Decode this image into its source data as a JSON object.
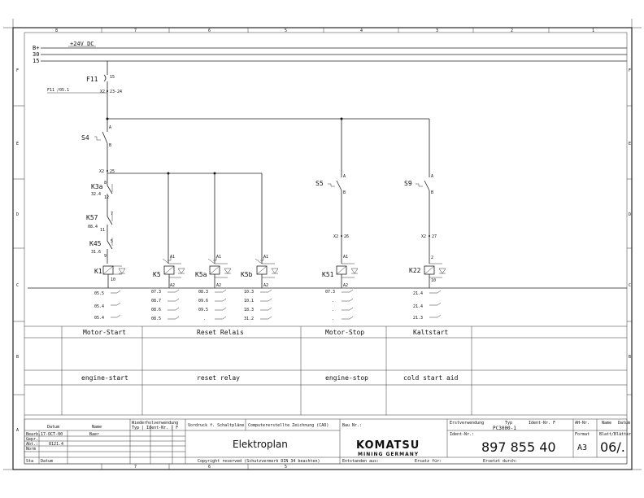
{
  "frame": {
    "columns_top": [
      "8",
      "7",
      "6",
      "5",
      "4",
      "3",
      "2",
      "1"
    ],
    "columns_bottom": [
      "7",
      "6",
      "5"
    ],
    "rows": [
      "F",
      "E",
      "D",
      "C",
      "B",
      "A"
    ]
  },
  "rails": {
    "b_plus": "B+",
    "r30": "30",
    "r15": "15",
    "supply": "+24V DC"
  },
  "crossref": {
    "f11": "F11 /05.1"
  },
  "components": {
    "f11": "F11",
    "f11_pin": "15",
    "f11_x2": "X2",
    "f11_x2_pins": "23-24",
    "s4": "S4",
    "s4_a": "A",
    "s4_b": "B",
    "x2_25": "X2",
    "x2_25_pin": "25",
    "k3a": "K3a",
    "k3a_ref": "32.4",
    "k3a_p1": "8",
    "k3a_p2": "12",
    "k57": "K57",
    "k57_ref": "08.4",
    "k57_p1": "7",
    "k57_p2": "11",
    "k45": "K45",
    "k45_ref": "31.6",
    "k45_p1": "5",
    "k45_p2": "9",
    "k1": "K1",
    "k1_p10": "10",
    "s5": "S5",
    "s5_a": "A",
    "s5_b": "B",
    "x2_26": "X2",
    "x2_26_pin": "26",
    "s9": "S9",
    "s9_a": "A",
    "s9_b": "B",
    "x2_27": "X2",
    "x2_27_pin": "27",
    "k5": "K5",
    "k5a": "K5a",
    "k5b": "K5b",
    "k51": "K51",
    "k22": "K22",
    "k22_p2": "2",
    "k22_p10": "10",
    "a1": "A1",
    "a2": "A2"
  },
  "contact_refs": {
    "k1": [
      "05.5",
      "05.4",
      "05.4"
    ],
    "k5": [
      "07.3",
      "08.7",
      "08.6",
      "08.5"
    ],
    "k5a": [
      "08.3",
      "09.6",
      "09.5",
      "."
    ],
    "k5b": [
      "10.3",
      "10.1",
      "18.3",
      "31.2"
    ],
    "k51": [
      "07.3",
      ".",
      ".",
      "."
    ],
    "k22": [
      "21.4",
      "21.4",
      "21.3"
    ]
  },
  "labels": {
    "motor_start": "Motor-Start",
    "reset_relais": "Reset Relais",
    "motor_stop": "Motor-Stop",
    "kaltstart": "Kaltstart",
    "engine_start": "engine-start",
    "reset_relay": "reset relay",
    "engine_stop": "engine-stop",
    "cold_start": "cold start aid"
  },
  "title_block": {
    "h_datum": "Datum",
    "h_name": "Name",
    "h_wieder": "Wiederholverwendung",
    "h_typ_ident": "Typ | Ident-Nr. | F",
    "h_vordruck": "Vordruck f. Schaltpläne",
    "h_cad": "Computererstellte Zeichnung (CAD)",
    "bearb": "Bearb.",
    "bearb_date": "17-OCT-00",
    "bearb_name": "Baer",
    "gepr": "Gepr.",
    "abt": "Abt.:",
    "abt_val": "8121.4",
    "norm": "Norm",
    "sta": "Sta",
    "datum2": "Datum",
    "title": "Elektroplan",
    "copyright": "Copyright reserved (Schutzvermerk DIN 34 beachten)",
    "bau_nr": "Bau Nr.:",
    "logo": "KOMATSU",
    "logo_sub": "MINING GERMANY",
    "entstanden": "Entstanden aus:",
    "ersatz_fuer": "Ersatz für:",
    "ersetzt_durch": "Ersetzt durch:",
    "erstverwendung": "Erstverwendung",
    "typ": "Typ",
    "typ_val": "PC3000-1",
    "ident_nr": "Ident-Nr.",
    "ident_label": "Ident-Nr.:",
    "f": "F",
    "ident_number": "897 855 40",
    "ah_nr": "AH-Nr.",
    "name": "Name",
    "datum": "Datum",
    "format": "Format",
    "format_val": "A3",
    "blatt": "Blatt/Blätter",
    "blatt_val": "06/."
  }
}
